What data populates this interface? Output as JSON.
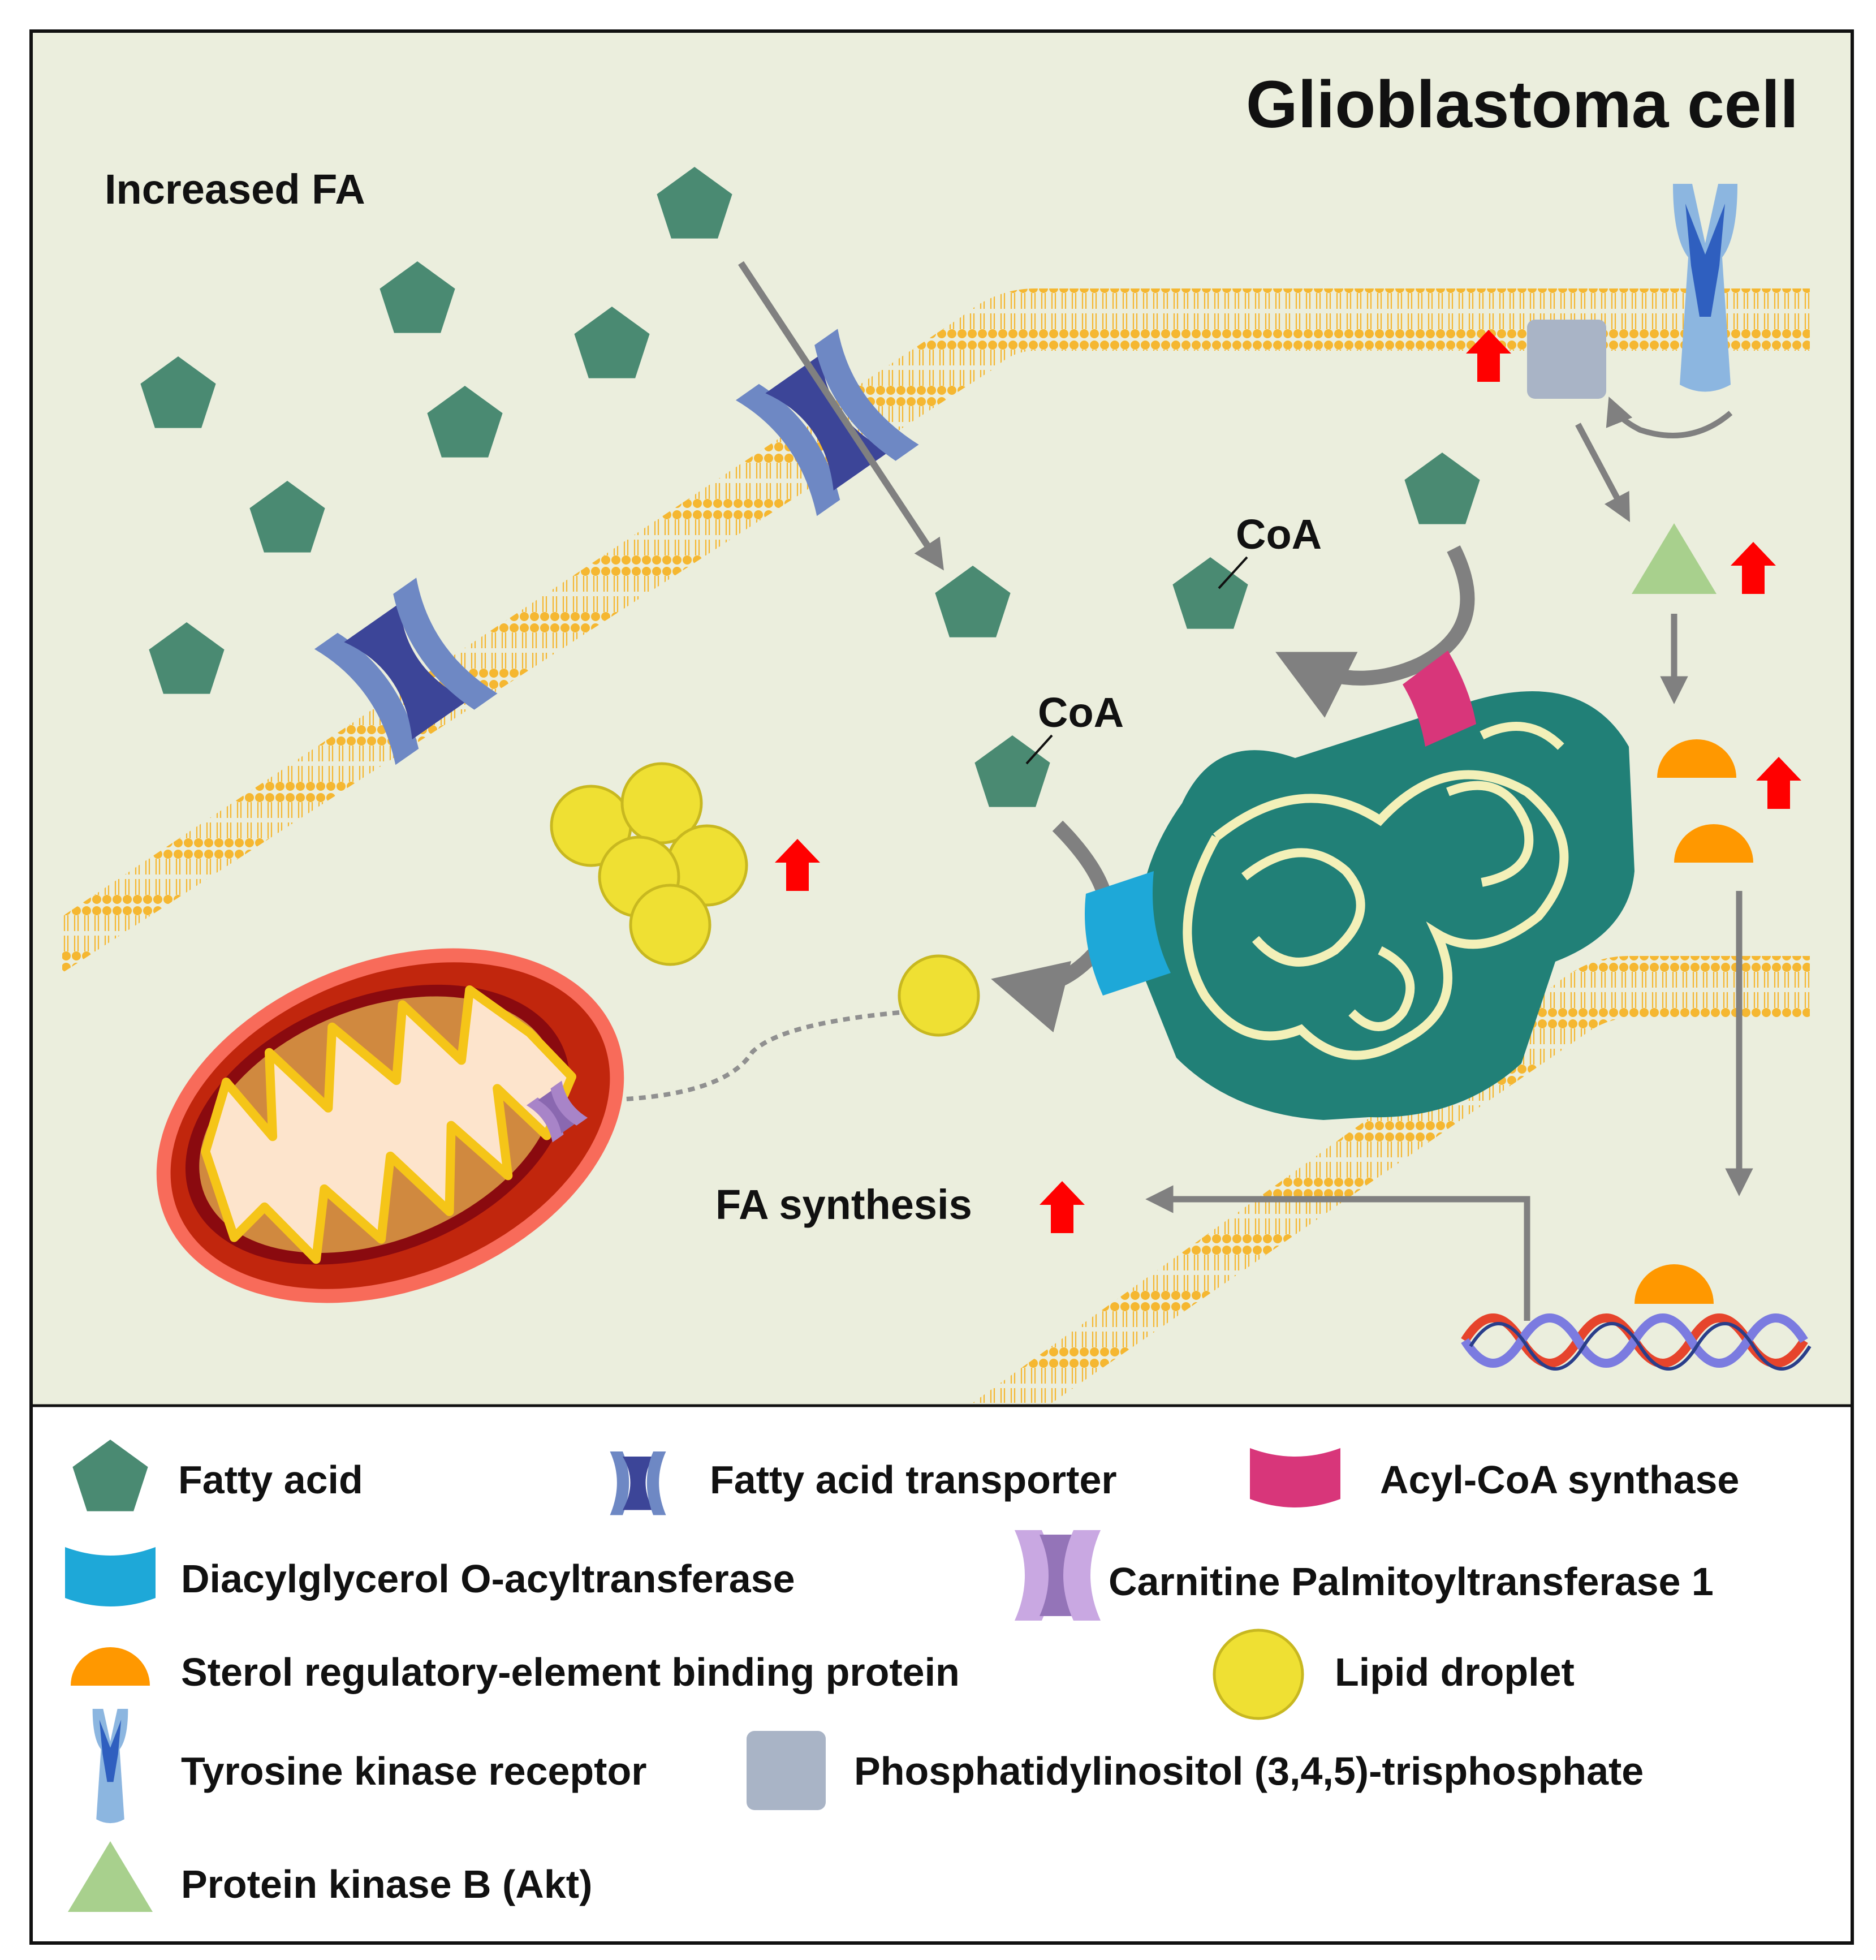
{
  "diagram": {
    "title": "Glioblastoma cell",
    "labels": {
      "increased_fa": "Increased FA",
      "coa_upper": "CoA",
      "coa_lower": "CoA",
      "fa_synthesis": "FA synthesis"
    },
    "legend": [
      {
        "icon": "fatty-acid-icon",
        "label": "Fatty acid"
      },
      {
        "icon": "fatty-acid-transporter-icon",
        "label": "Fatty acid transporter"
      },
      {
        "icon": "acyl-coa-synthase-icon",
        "label": "Acyl-CoA synthase"
      },
      {
        "icon": "diacylglycerol-o-acyltransferase-icon",
        "label": "Diacylglycerol O-acyltransferase"
      },
      {
        "icon": "carnitine-palmitoyltransferase-1-icon",
        "label": "Carnitine Palmitoyltransferase 1"
      },
      {
        "icon": "srebp-icon",
        "label": "Sterol regulatory-element binding protein"
      },
      {
        "icon": "lipid-droplet-icon",
        "label": "Lipid droplet"
      },
      {
        "icon": "tyrosine-kinase-receptor-icon",
        "label": "Tyrosine kinase receptor"
      },
      {
        "icon": "pip3-icon",
        "label": "Phosphatidylinositol (3,4,5)-trisphosphate"
      },
      {
        "icon": "akt-icon",
        "label": "Protein kinase B (Akt)"
      }
    ],
    "colors": {
      "cell_background": "#ebeedd",
      "fatty_acid": "#4a8a72",
      "transporter_outer": "#6e88c4",
      "transporter_inner": "#3c4598",
      "acyl_coa_synthase": "#d8367a",
      "dgat": "#1ea8d8",
      "cpt1": "#a884c8",
      "srebp": "#ff9800",
      "lipid_droplet": "#efe033",
      "receptor": "#8cb6e0",
      "pip3": "#a9b4c6",
      "akt": "#a8d08d",
      "membrane": "#f5b731",
      "up_arrow": "#ff0000",
      "er": "#218077",
      "mitochondrion": "#c1260d"
    }
  }
}
